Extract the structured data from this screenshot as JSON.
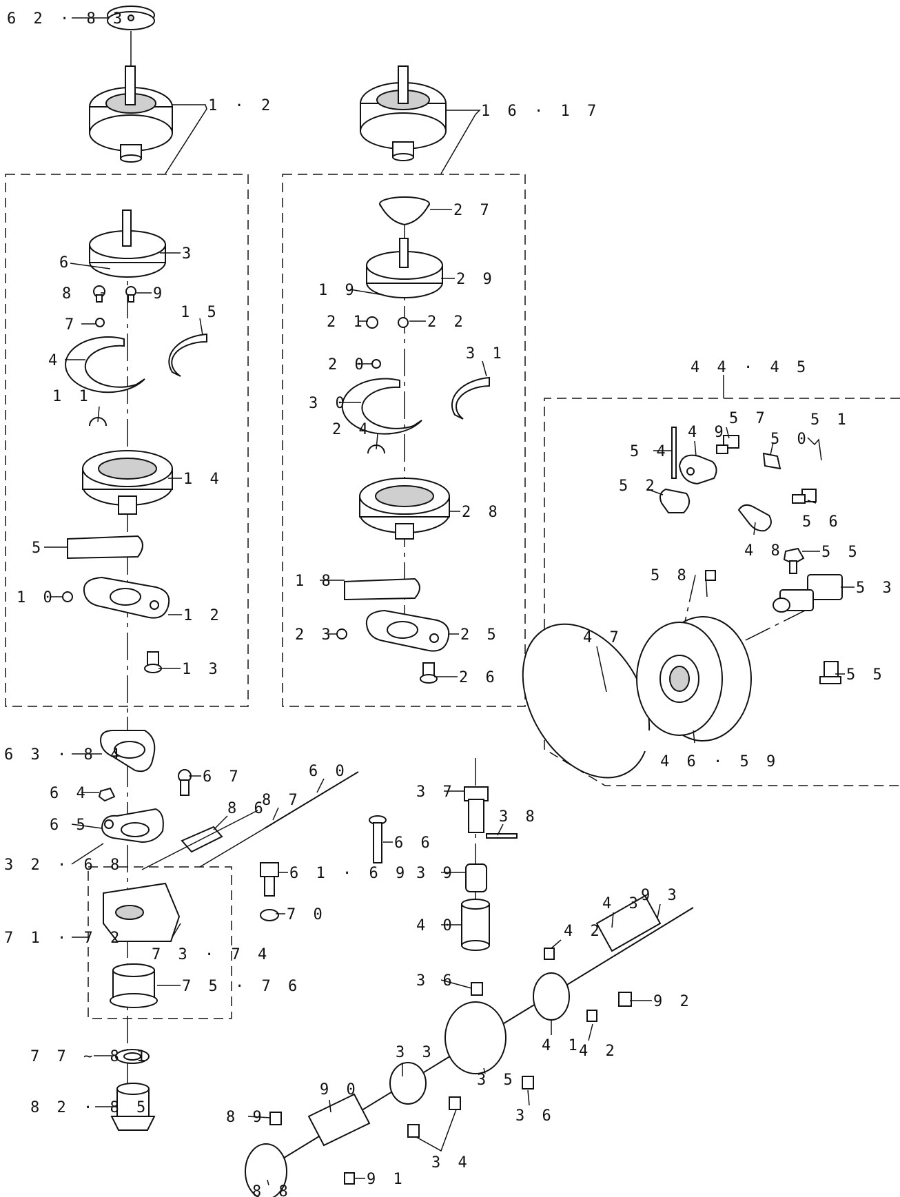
{
  "labels": {
    "l_62_83": "6 2 · 8 3",
    "l_1_2": "1 · 2",
    "l_16_17": "1 6 · 1 7",
    "l_3": "3",
    "l_6": "6",
    "l_8": "8",
    "l_9": "9",
    "l_7": "7",
    "l_15": "1 5",
    "l_4": "4",
    "l_11": "1 1",
    "l_14": "1 4",
    "l_5": "5",
    "l_10": "1 0",
    "l_12": "1 2",
    "l_13": "1 3",
    "l_27": "2 7",
    "l_29": "2 9",
    "l_19": "1 9",
    "l_21": "2 1",
    "l_22": "2 2",
    "l_20": "2 0",
    "l_31": "3 1",
    "l_30": "3 0",
    "l_24": "2 4",
    "l_28": "2 8",
    "l_18": "1 8",
    "l_23": "2 3",
    "l_25": "2 5",
    "l_26": "2 6",
    "l_44_45": "4 4 · 4 5",
    "l_57": "5 7",
    "l_49": "4 9",
    "l_51": "5 1",
    "l_50": "5 0",
    "l_54": "5 4",
    "l_52": "5 2",
    "l_56": "5 6",
    "l_48": "4 8",
    "l_55a": "5 5",
    "l_58": "5 8",
    "l_53": "5 3",
    "l_47": "4 7",
    "l_55b": "5 5",
    "l_46_59": "4 6 · 5 9",
    "l_63_84": "6 3 · 8 4",
    "l_67": "6 7",
    "l_60": "6 0",
    "l_64": "6 4",
    "l_87": "8 7",
    "l_86": "8 6",
    "l_65": "6 5",
    "l_32_68": "3 2 · 6 8",
    "l_37": "3 7",
    "l_38": "3 8",
    "l_66": "6 6",
    "l_61_69": "6 1 · 6 9",
    "l_39": "3 9",
    "l_70": "7 0",
    "l_71_72": "7 1 · 7 2",
    "l_73_74": "7 3 · 7 4",
    "l_40": "4 0",
    "l_93": "9 3",
    "l_43": "4 3",
    "l_42a": "4 2",
    "l_36a": "3 6",
    "l_75_76": "7 5 · 7 6",
    "l_92": "9 2",
    "l_41": "4 1",
    "l_42b": "4 2",
    "l_33": "3 3",
    "l_77_81": "7 7 ~ 8 1",
    "l_90": "9 0",
    "l_35": "3 5",
    "l_36b": "3 6",
    "l_89": "8 9",
    "l_82_85": "8 2 · 8 5",
    "l_34": "3 4",
    "l_91": "9 1",
    "l_88": "8 8"
  }
}
